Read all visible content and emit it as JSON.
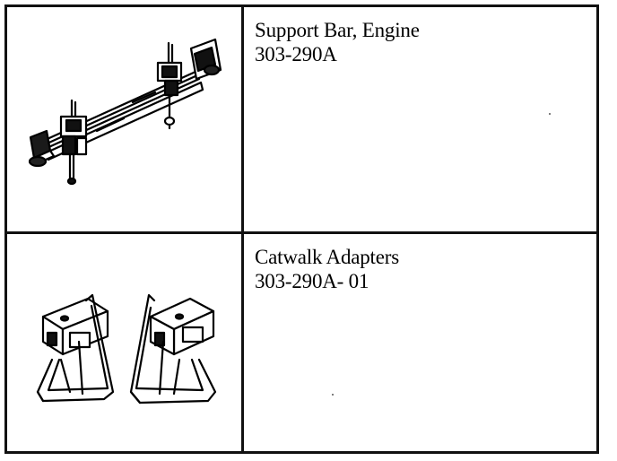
{
  "rows": [
    {
      "tool_name": "Support Bar, Engine",
      "tool_number": "303-290A",
      "illustration": "engine-support-bar-illustration"
    },
    {
      "tool_name": "Catwalk Adapters",
      "tool_number": "303-290A- 01",
      "illustration": "catwalk-adapters-illustration"
    }
  ]
}
